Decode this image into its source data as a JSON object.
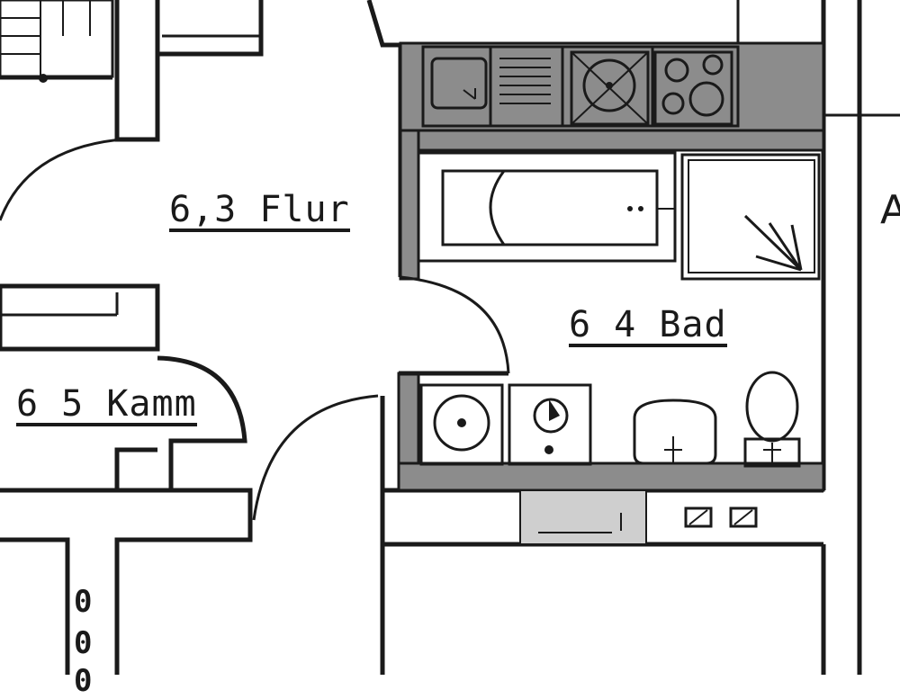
{
  "rooms": {
    "flur": {
      "label": "6,3 Flur"
    },
    "bad": {
      "label": "6 4 Bad"
    },
    "kamm": {
      "label": "6 5 Kamm"
    }
  },
  "edge_letter": "A",
  "zero_marks": [
    "0",
    "0",
    "0"
  ]
}
